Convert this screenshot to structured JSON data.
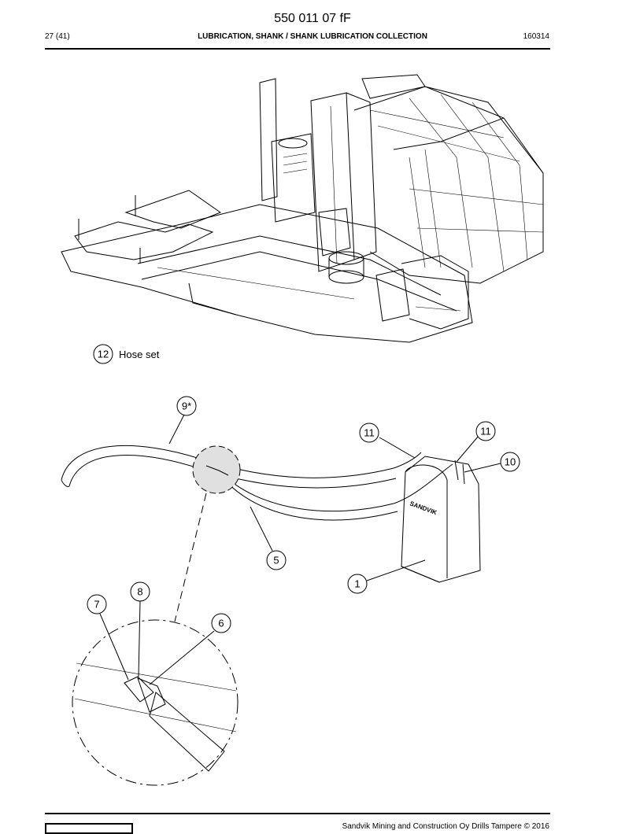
{
  "header": {
    "document_number": "550 011 07 fF",
    "page": "27 (41)",
    "title": "LUBRICATION, SHANK / SHANK LUBRICATION COLLECTION",
    "date_code": "160314"
  },
  "section": {
    "callout": "12",
    "label": "Hose set"
  },
  "callouts": {
    "c9": "9*",
    "c11a": "11",
    "c11b": "11",
    "c10": "10",
    "c5": "5",
    "c1": "1",
    "c8": "8",
    "c7": "7",
    "c6": "6"
  },
  "footer": {
    "copyright": "Sandvik Mining and Construction Oy Drills Tampere © 2016"
  }
}
